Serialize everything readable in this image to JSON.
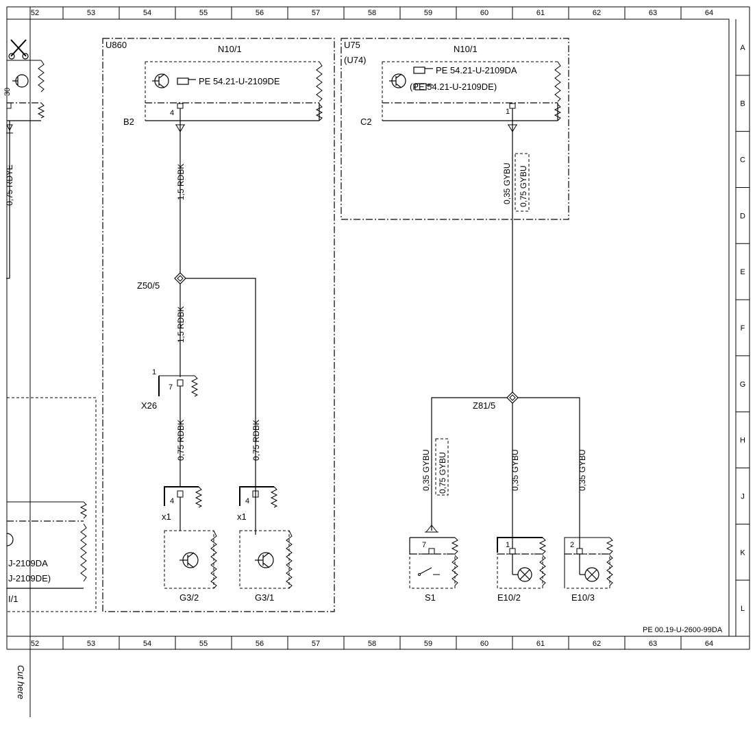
{
  "ruler": {
    "columns": [
      "52",
      "53",
      "54",
      "55",
      "56",
      "57",
      "58",
      "59",
      "60",
      "61",
      "62",
      "63",
      "64"
    ],
    "rows": [
      "A",
      "B",
      "C",
      "D",
      "E",
      "F",
      "G",
      "H",
      "J",
      "K",
      "L"
    ]
  },
  "doc_ref": "PE 00.19-U-2600-99DA",
  "cut_label": "Cut here",
  "left_partial": {
    "wire": "0,75 RDYE",
    "pin": "30",
    "ref1": "J-2109DA",
    "ref2": "J-2109DE)",
    "name": "I/1"
  },
  "module_u860": {
    "code": "U860",
    "name": "N10/1",
    "ref": "PE 54.21-U-2109DE",
    "connector": "B2",
    "pin": "4"
  },
  "module_u75": {
    "code": "U75",
    "code2": "(U74)",
    "name": "N10/1",
    "ref1": "PE 54.21-U-2109DA",
    "ref2": "(PE 54.21-U-2109DE)",
    "connector": "C2",
    "pin": "1"
  },
  "wires": {
    "w1": "1,5 RDBK",
    "w2": "1,5 RDBK",
    "w3": "0,75 RDBK",
    "w4": "0,75 RDBK",
    "w5": "0,35 GYBU",
    "w5b": "0,75 GYBU",
    "w6": "0,35 GYBU",
    "w6b": "0,75 GYBU",
    "w7": "0,35 GYBU",
    "w8": "0,35 GYBU"
  },
  "splices": {
    "z50": "Z50/5",
    "z81": "Z81/5"
  },
  "connector_x26": {
    "name": "X26",
    "pin": "7",
    "pos": "1"
  },
  "g32": {
    "conn": "x1",
    "pin": "4",
    "name": "G3/2"
  },
  "g31": {
    "conn": "x1",
    "pin": "4",
    "name": "G3/1"
  },
  "s1": {
    "pin": "7",
    "name": "S1"
  },
  "e102": {
    "pin": "1",
    "name": "E10/2"
  },
  "e103": {
    "pin": "2",
    "name": "E10/3"
  }
}
